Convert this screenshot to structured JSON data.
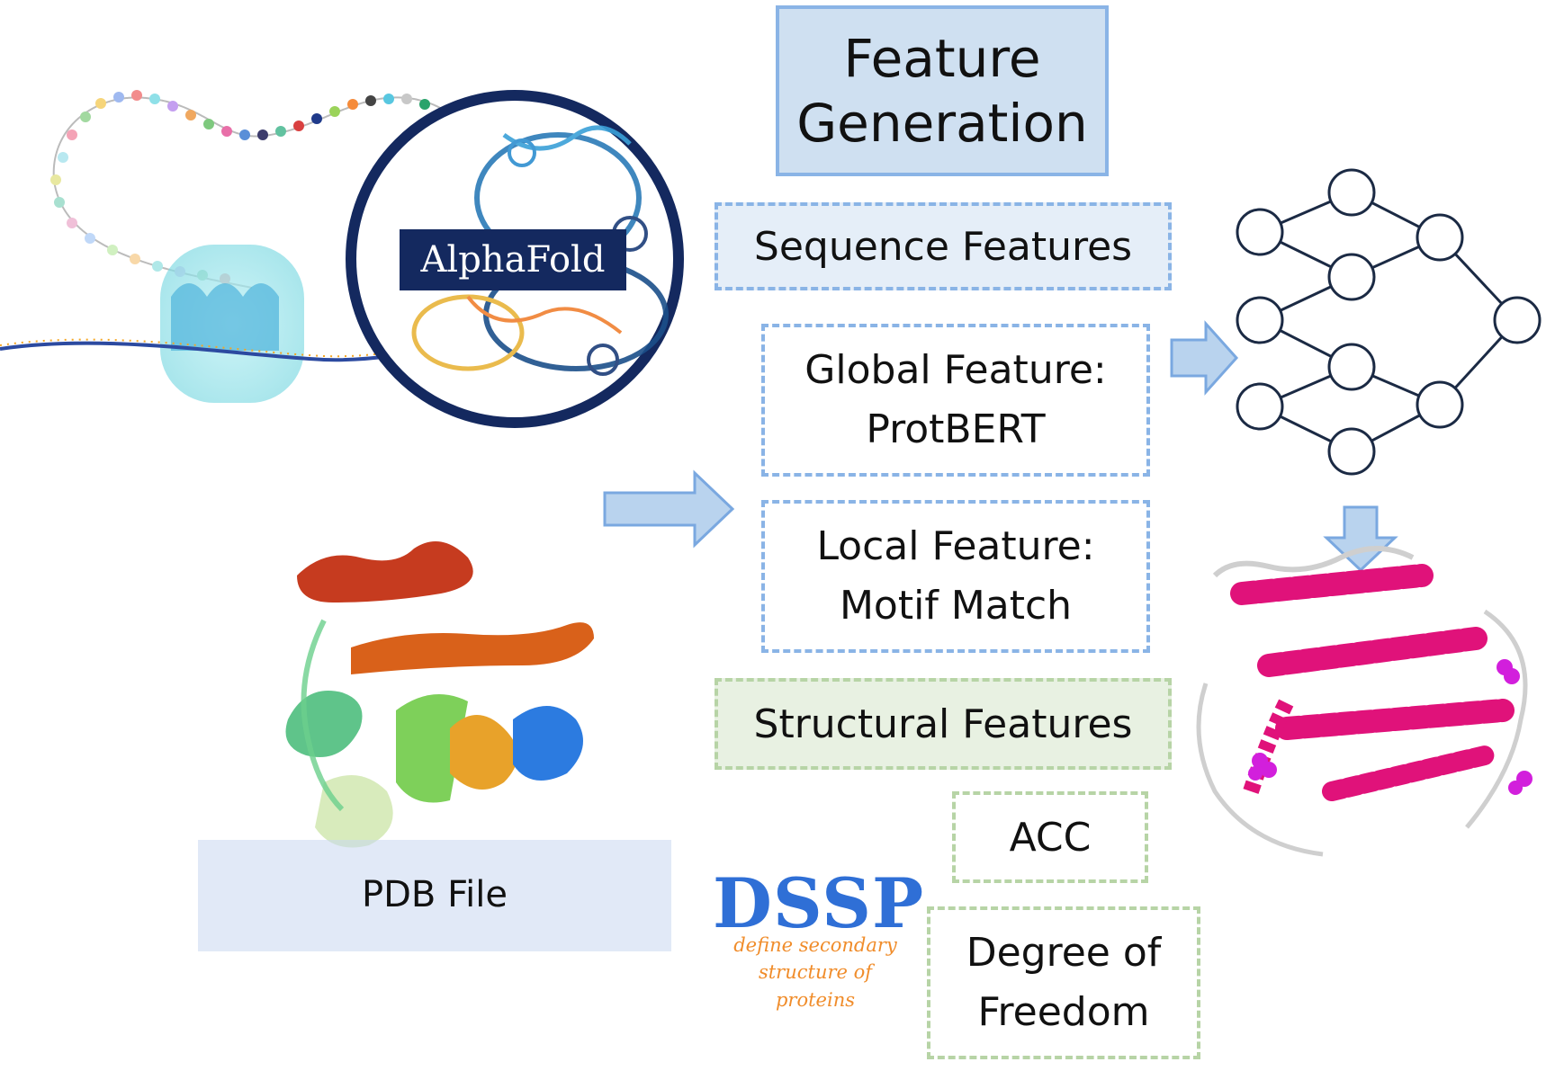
{
  "feature_generation": {
    "title": "Feature\nGeneration",
    "sequence_features": "Sequence Features",
    "global_feature": "Global Feature:\nProtBERT",
    "local_feature": "Local Feature:\nMotif Match",
    "structural_features": "Structural Features",
    "acc": "ACC",
    "degree_of_freedom": "Degree of\nFreedom"
  },
  "input": {
    "alphafold_label": "AlphaFold",
    "pdb_label": "PDB File"
  },
  "dssp": {
    "title": "DSSP",
    "subtitle": "define secondary\nstructure of proteins"
  },
  "colors": {
    "blue_fill": "#cfe0f1",
    "blue_border": "#8ab4e6",
    "green_fill": "#e8f1e2",
    "green_border": "#b7d4a6",
    "alphafold_navy": "#14295f",
    "network_stroke": "#1b2a44",
    "helix_pink": "#e0127a",
    "dssp_blue": "#2f6fd6",
    "dssp_orange": "#f08c2a"
  },
  "icons": [
    "alphafold-logo",
    "protein-chain-illustration",
    "pdb-protein-structure",
    "neural-network-icon",
    "predicted-structure-image",
    "arrow-right-icon",
    "arrow-down-icon"
  ]
}
